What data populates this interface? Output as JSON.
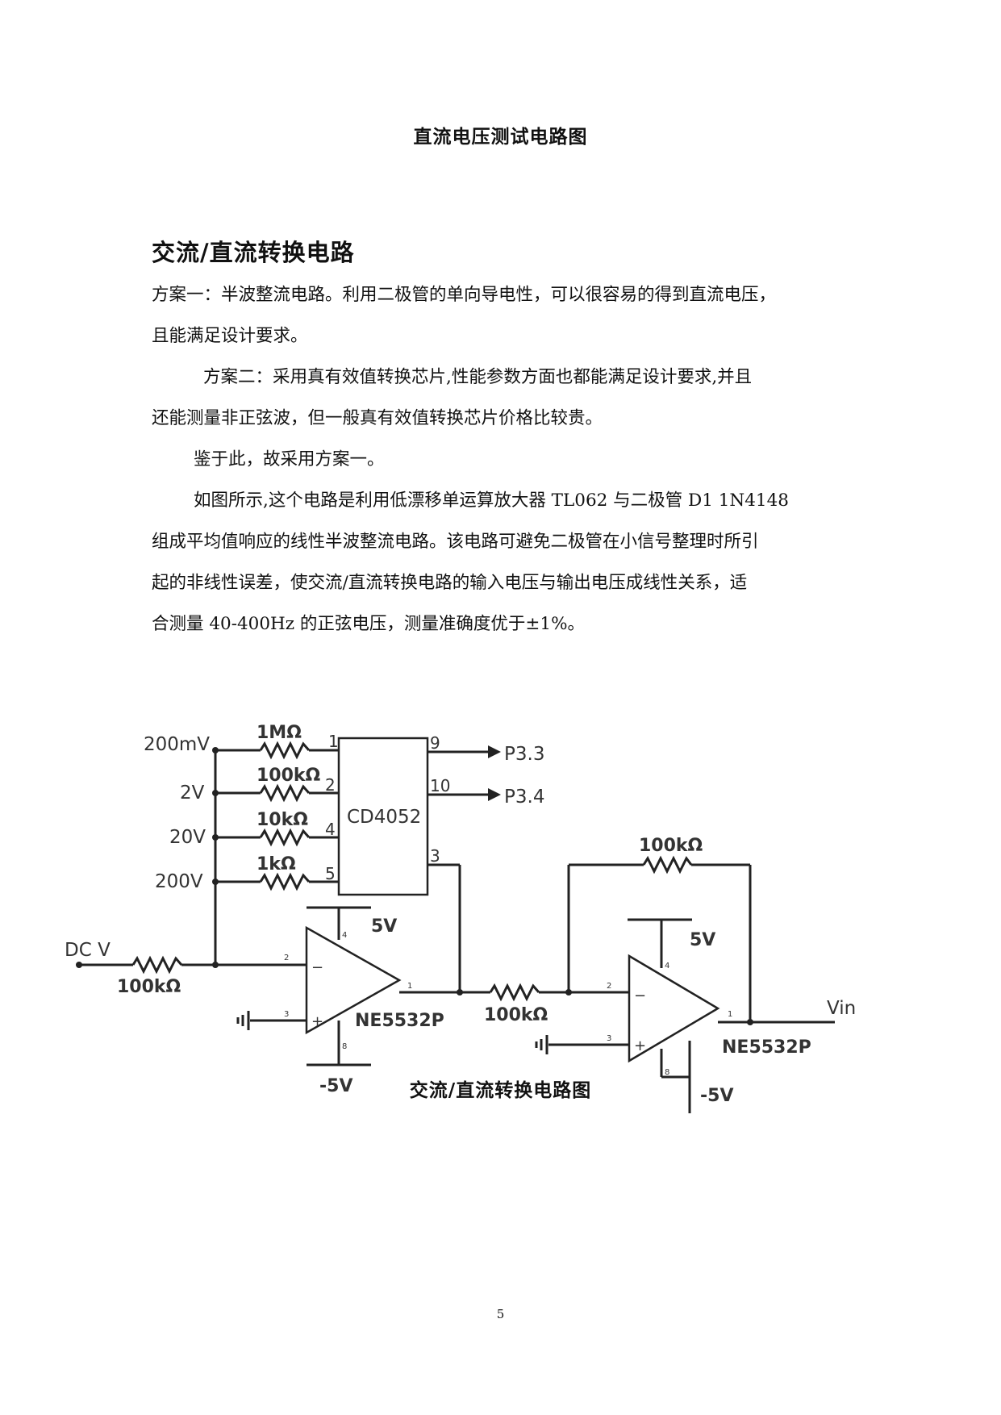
{
  "caption_top": "直流电压测试电路图",
  "section_heading": "交流/直流转换电路",
  "para1": [
    "方案一：半波整流电路。利用二极管的单向导电性，可以很容易的得到直流电压，",
    "且能满足设计要求。"
  ],
  "para2": [
    "方案二：采用真有效值转换芯片,性能参数方面也都能满足设计要求,并且",
    "还能测量非正弦波，但一般真有效值转换芯片价格比较贵。"
  ],
  "para3": [
    "鉴于此，故采用方案一。"
  ],
  "para4": [
    "如图所示,这个电路是利用低漂移单运算放大器 TL062 与二极管 D1  1N4148",
    "组成平均值响应的线性半波整流电路。该电路可避免二极管在小信号整理时所引",
    "起的非线性误差，使交流/直流转换电路的输入电压与输出电压成线性关系，适",
    "合测量 40-400Hz 的正弦电压，测量准确度优于±1%。"
  ],
  "circuit": {
    "range_labels": [
      "200mV",
      "2V",
      "20V",
      "200V"
    ],
    "range_resistors": [
      "1MΩ",
      "100kΩ",
      "10kΩ",
      "1kΩ"
    ],
    "mux_name": "CD4052",
    "mux_pins_in": [
      "1",
      "2",
      "4",
      "5"
    ],
    "mux_pins_out": [
      "9",
      "10",
      "3"
    ],
    "outputs": [
      "P3.3",
      "P3.4"
    ],
    "input_label": "DC V",
    "input_resistor": "100kΩ",
    "opamp1_name": "NE5532P",
    "opamp1_supply_pos": "5V",
    "opamp1_supply_neg": "-5V",
    "opamp1_pins": [
      "2",
      "3",
      "1",
      "4",
      "8"
    ],
    "inter_resistor": "100kΩ",
    "feedback_resistor": "100kΩ",
    "opamp2_name": "NE5532P",
    "opamp2_supply_pos": "5V",
    "opamp2_supply_neg": "-5V",
    "opamp2_pins": [
      "2",
      "3",
      "1",
      "4",
      "8"
    ],
    "output_label": "Vin",
    "opamp_minus": "−",
    "opamp_plus": "+"
  },
  "caption_bottom": "交流/直流转换电路图",
  "page_number": "5"
}
